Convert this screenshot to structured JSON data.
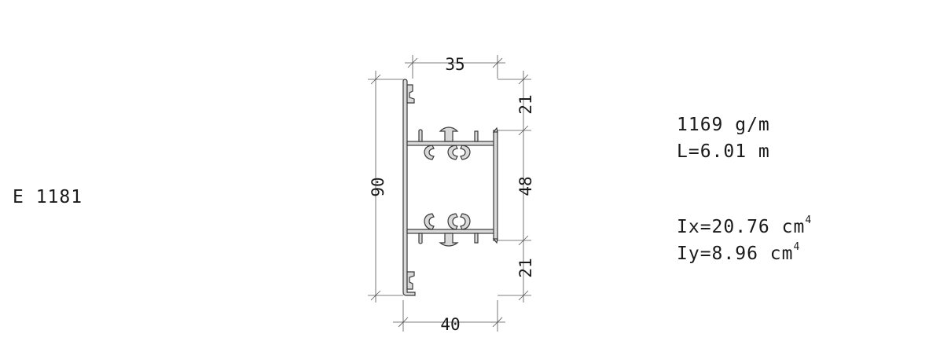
{
  "profile": {
    "code": "E 1181",
    "weight": "1169 g/m",
    "length": "L=6.01 m",
    "ix_label": "Ix=20.76 cm",
    "iy_label": "Iy=8.96 cm",
    "exponent": "4"
  },
  "dimensions": {
    "top_width": "35",
    "bottom_width": "40",
    "total_height": "90",
    "top_segment": "21",
    "middle_segment": "48",
    "bottom_segment": "21"
  },
  "colors": {
    "profile_fill": "#d9d9d9",
    "outline": "#3a3a3a",
    "dimension_line": "#555555"
  }
}
